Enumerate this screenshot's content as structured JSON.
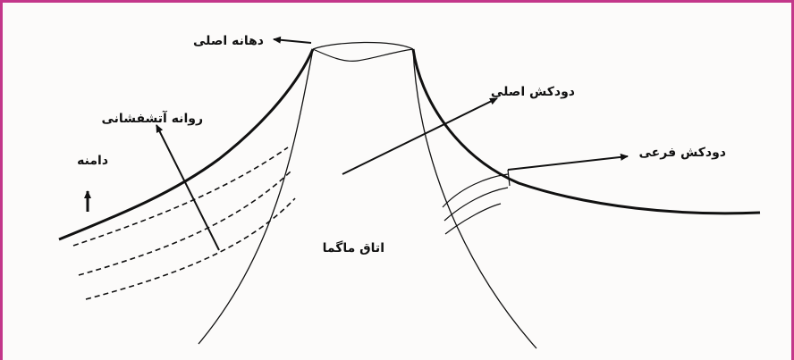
{
  "colors": {
    "frame": "#c3378a",
    "ink": "#111111",
    "paper": "#fcfbfa"
  },
  "labels": {
    "main_vent": "دهانه اصلی",
    "main_conduit": "دودکش اصلی",
    "lava_flow": "روانه آتشفشانی",
    "slope": "دامنه",
    "side_conduit": "دودکش فرعی",
    "magma_chamber": "اتاق ماگما"
  }
}
